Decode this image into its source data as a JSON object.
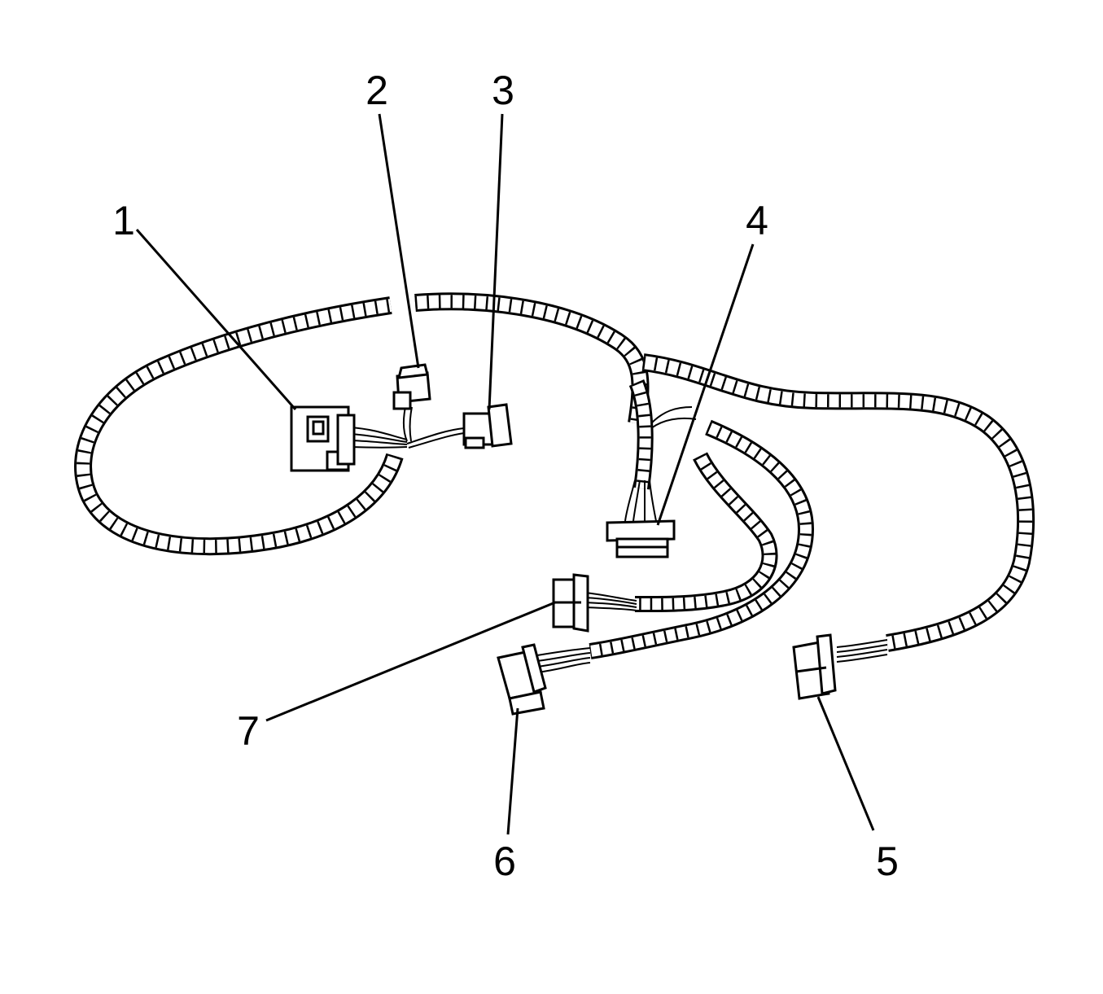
{
  "diagram": {
    "colors": {
      "ink": "#000000",
      "background": "#ffffff"
    },
    "callouts": [
      {
        "id": "1",
        "label": "1",
        "part": "connector-1"
      },
      {
        "id": "2",
        "label": "2",
        "part": "connector-2"
      },
      {
        "id": "3",
        "label": "3",
        "part": "connector-3"
      },
      {
        "id": "4",
        "label": "4",
        "part": "connector-4"
      },
      {
        "id": "5",
        "label": "5",
        "part": "connector-5"
      },
      {
        "id": "6",
        "label": "6",
        "part": "connector-6"
      },
      {
        "id": "7",
        "label": "7",
        "part": "connector-7"
      }
    ]
  }
}
